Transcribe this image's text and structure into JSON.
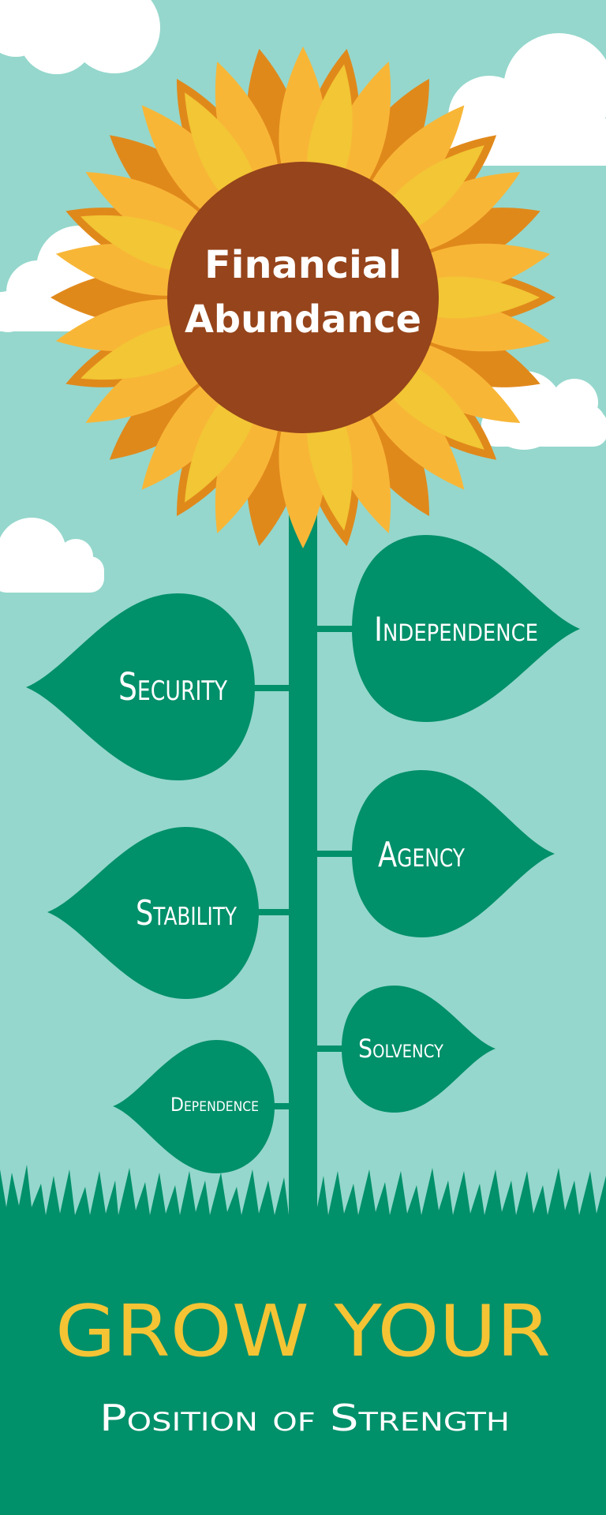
{
  "flower": {
    "center_line1": "Financial",
    "center_line2": "Abundance"
  },
  "leaves": {
    "independence": "Independence",
    "security": "Security",
    "agency": "Agency",
    "stability": "Stability",
    "solvency": "Solvency",
    "dependence": "Dependence"
  },
  "footer": {
    "headline": "GROW YOUR",
    "tagline": "Position of Strength"
  },
  "colors": {
    "sky": "#95d7cc",
    "green": "#00906a",
    "petal_orange": "#e0891b",
    "petal_light": "#f8b637",
    "petal_yellow": "#f2c634",
    "center_brown": "#96441b",
    "headline_yellow": "#f4c434",
    "text_white": "#ffffff"
  }
}
